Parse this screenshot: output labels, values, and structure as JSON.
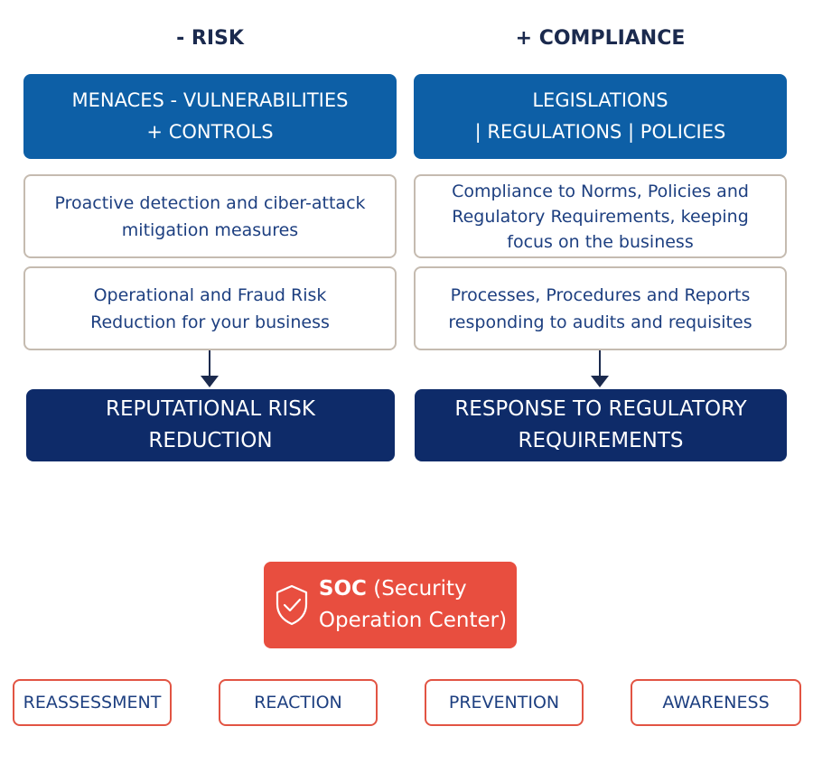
{
  "left_column": {
    "heading": "- RISK",
    "header_lines": [
      "MENACES - VULNERABILITIES",
      "+ CONTROLS"
    ],
    "card1_lines": [
      "Proactive detection and ciber-attack",
      "mitigation measures"
    ],
    "card2_lines": [
      "Operational and Fraud Risk",
      "Reduction for your business"
    ],
    "result_lines": [
      "REPUTATIONAL RISK",
      "REDUCTION"
    ]
  },
  "right_column": {
    "heading": "+ COMPLIANCE",
    "header_lines": [
      "LEGISLATIONS",
      "| REGULATIONS | POLICIES"
    ],
    "card1_lines": [
      "Compliance to Norms, Policies and",
      "Regulatory Requirements, keeping",
      "focus on the business"
    ],
    "card2_lines": [
      "Processes, Procedures and Reports",
      "responding to audits and requisites"
    ],
    "result_lines": [
      "RESPONSE TO REGULATORY",
      "REQUIREMENTS"
    ]
  },
  "soc": {
    "title_bold": "SOC",
    "title_rest": " (Security",
    "line2": "Operation Center)",
    "icon": "shield-check-icon"
  },
  "soc_functions": [
    "REASSESSMENT",
    "REACTION",
    "PREVENTION",
    "AWARENESS"
  ],
  "colors": {
    "header_blue": "#0d5fa6",
    "result_navy": "#0e2b69",
    "soc_red": "#e84e3f",
    "text_blue": "#1d3f80"
  }
}
